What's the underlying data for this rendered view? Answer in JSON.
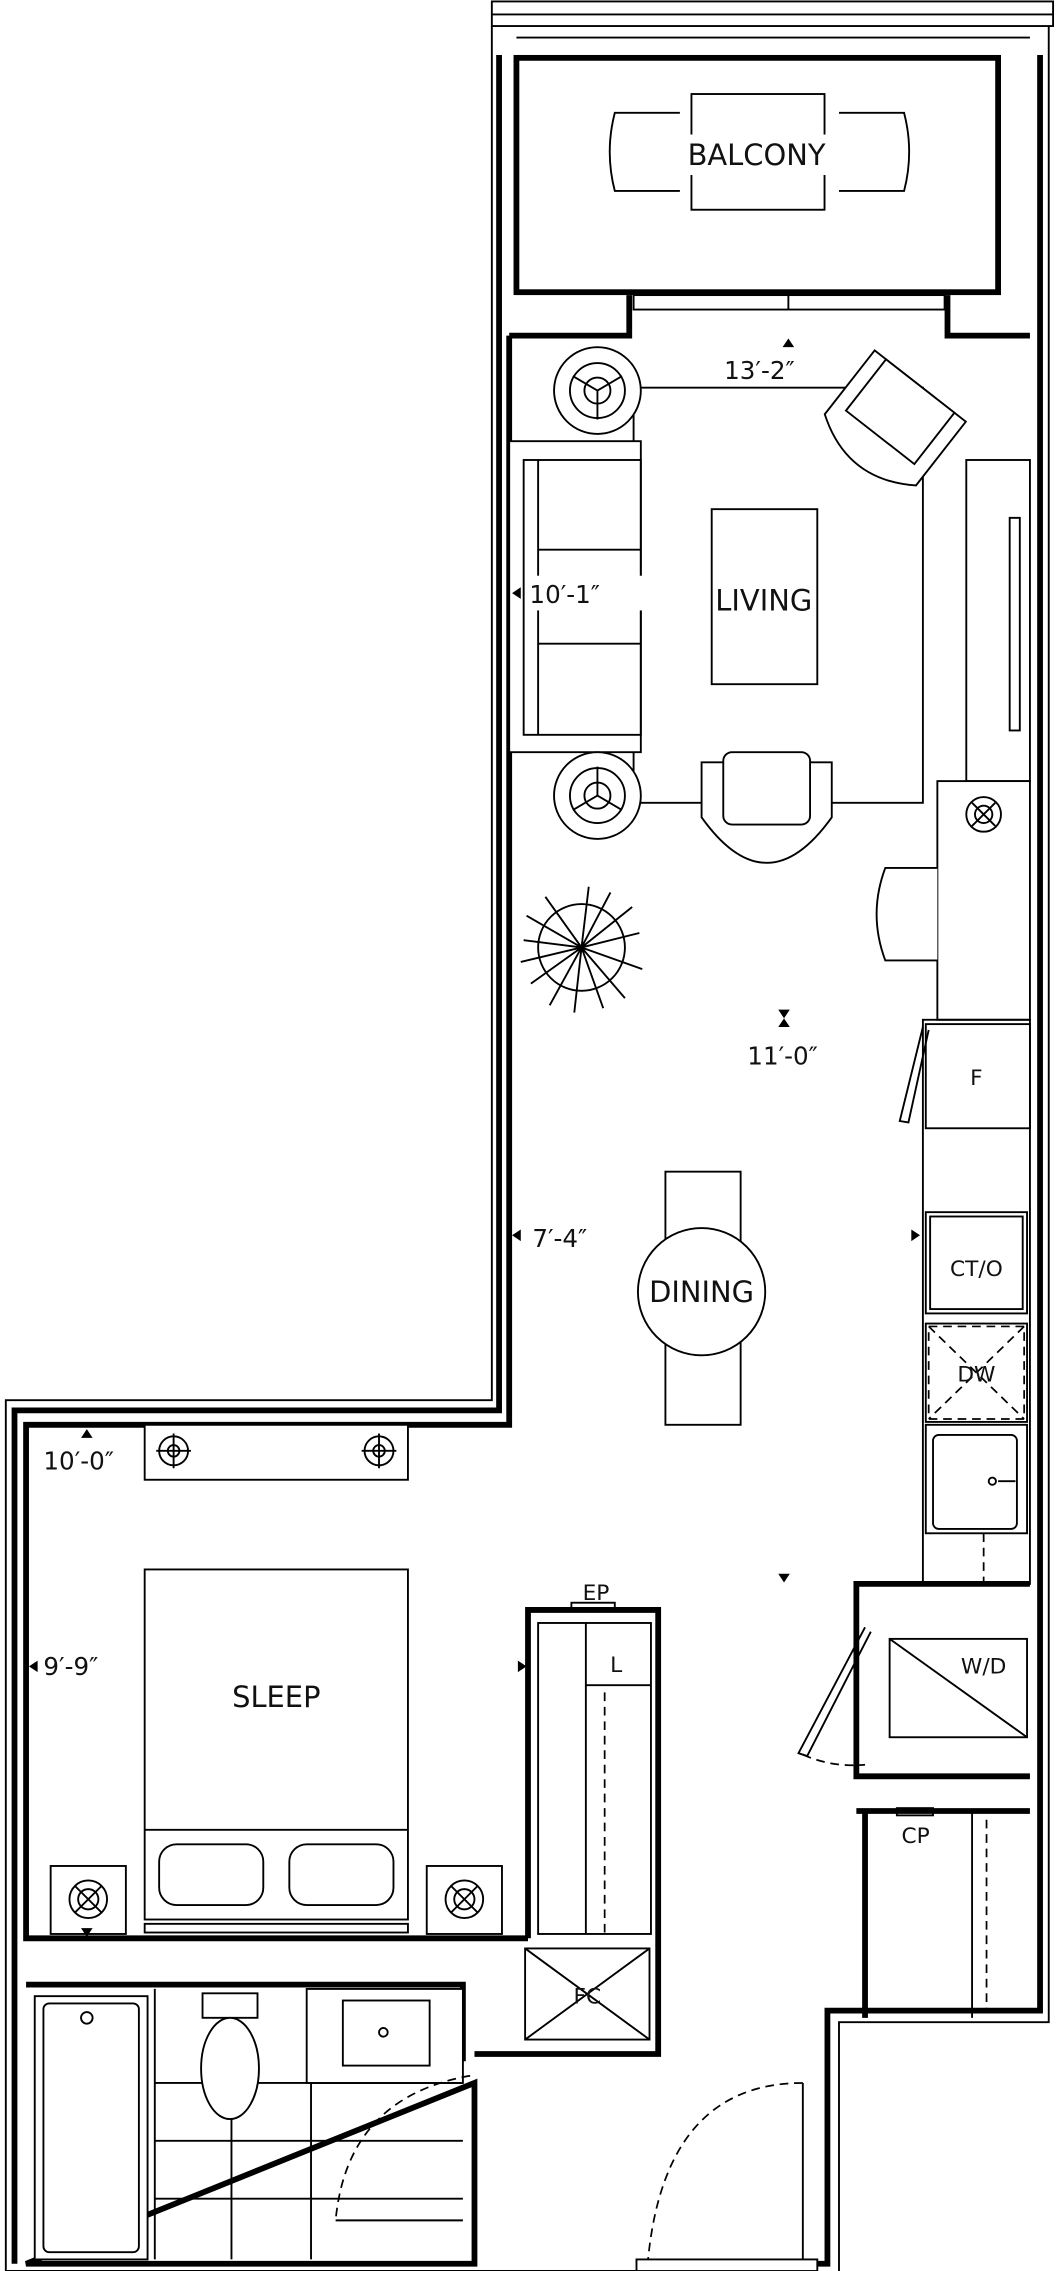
{
  "title": "Unit floor plan",
  "rooms": {
    "balcony": "BALCONY",
    "living": "LIVING",
    "dining": "DINING",
    "sleep": "SLEEP"
  },
  "dimensions": {
    "living_width": "13′-2″",
    "living_depth": "10′-1″",
    "kitchen_length": "11′-0″",
    "dining_width": "7′-4″",
    "sleep_width": "10′-0″",
    "sleep_depth": "9′-9″"
  },
  "fixtures": {
    "fridge": "F",
    "cooktop_oven": "CT/O",
    "dishwasher": "DW",
    "washer_dryer": "W/D",
    "linen": "L",
    "electrical_panel": "EP",
    "fan_coil": "FC",
    "closet_panel": "CP"
  }
}
